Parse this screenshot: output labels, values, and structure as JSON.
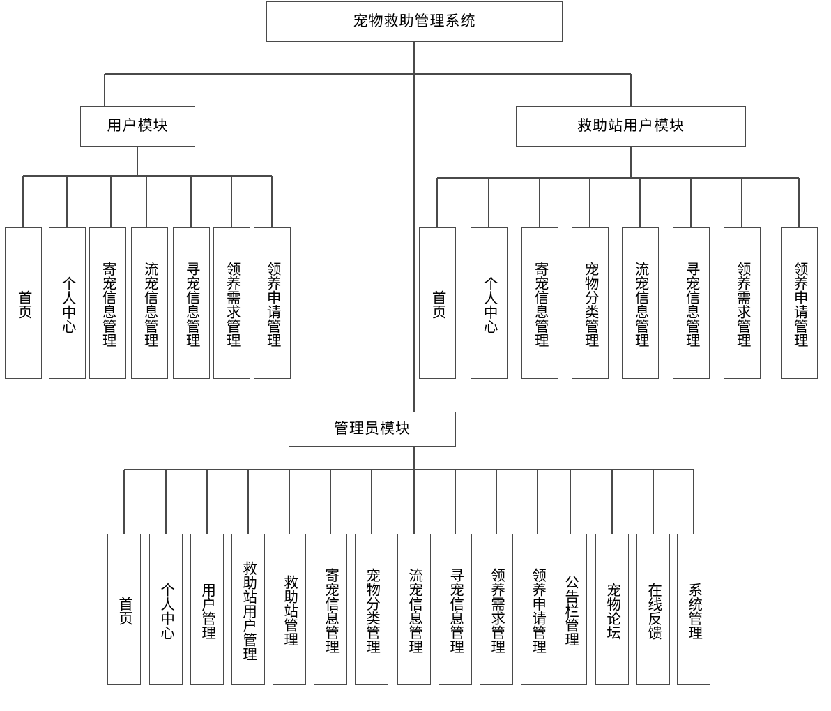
{
  "diagram": {
    "type": "hierarchical-function-tree",
    "title_node": "宠物救助管理系统",
    "orientation": "top-down",
    "colors": {
      "background": "#ffffff",
      "border": "#4a4a4a",
      "text": "#000000",
      "connector": "#4a4a4a"
    },
    "levels": [
      {
        "name": "root",
        "count": 1
      },
      {
        "name": "modules",
        "count": 3
      },
      {
        "name": "functions",
        "count": 30
      }
    ]
  },
  "root": {
    "label": "宠物救助管理系统"
  },
  "modules": [
    {
      "id": "user-module",
      "label": "用户模块",
      "children": [
        {
          "label": "首页"
        },
        {
          "label": "个人中心"
        },
        {
          "label": "寄宠信息管理"
        },
        {
          "label": "流宠信息管理"
        },
        {
          "label": "寻宠信息管理"
        },
        {
          "label": "领养需求管理"
        },
        {
          "label": "领养申请管理"
        }
      ]
    },
    {
      "id": "rescue-station-user-module",
      "label": "救助站用户模块",
      "children": [
        {
          "label": "首页"
        },
        {
          "label": "个人中心"
        },
        {
          "label": "寄宠信息管理"
        },
        {
          "label": "宠物分类管理"
        },
        {
          "label": "流宠信息管理"
        },
        {
          "label": "寻宠信息管理"
        },
        {
          "label": "领养需求管理"
        },
        {
          "label": "领养申请管理"
        }
      ]
    },
    {
      "id": "admin-module",
      "label": "管理员模块",
      "children": [
        {
          "label": "首页"
        },
        {
          "label": "个人中心"
        },
        {
          "label": "用户管理"
        },
        {
          "label": "救助站用户管理"
        },
        {
          "label": "救助站管理"
        },
        {
          "label": "寄宠信息管理"
        },
        {
          "label": "宠物分类管理"
        },
        {
          "label": "流宠信息管理"
        },
        {
          "label": "寻宠信息管理"
        },
        {
          "label": "领养需求管理"
        },
        {
          "label": "领养申请管理"
        },
        {
          "label": "公告栏管理"
        },
        {
          "label": "宠物论坛"
        },
        {
          "label": "在线反馈"
        },
        {
          "label": "系统管理"
        }
      ]
    }
  ]
}
